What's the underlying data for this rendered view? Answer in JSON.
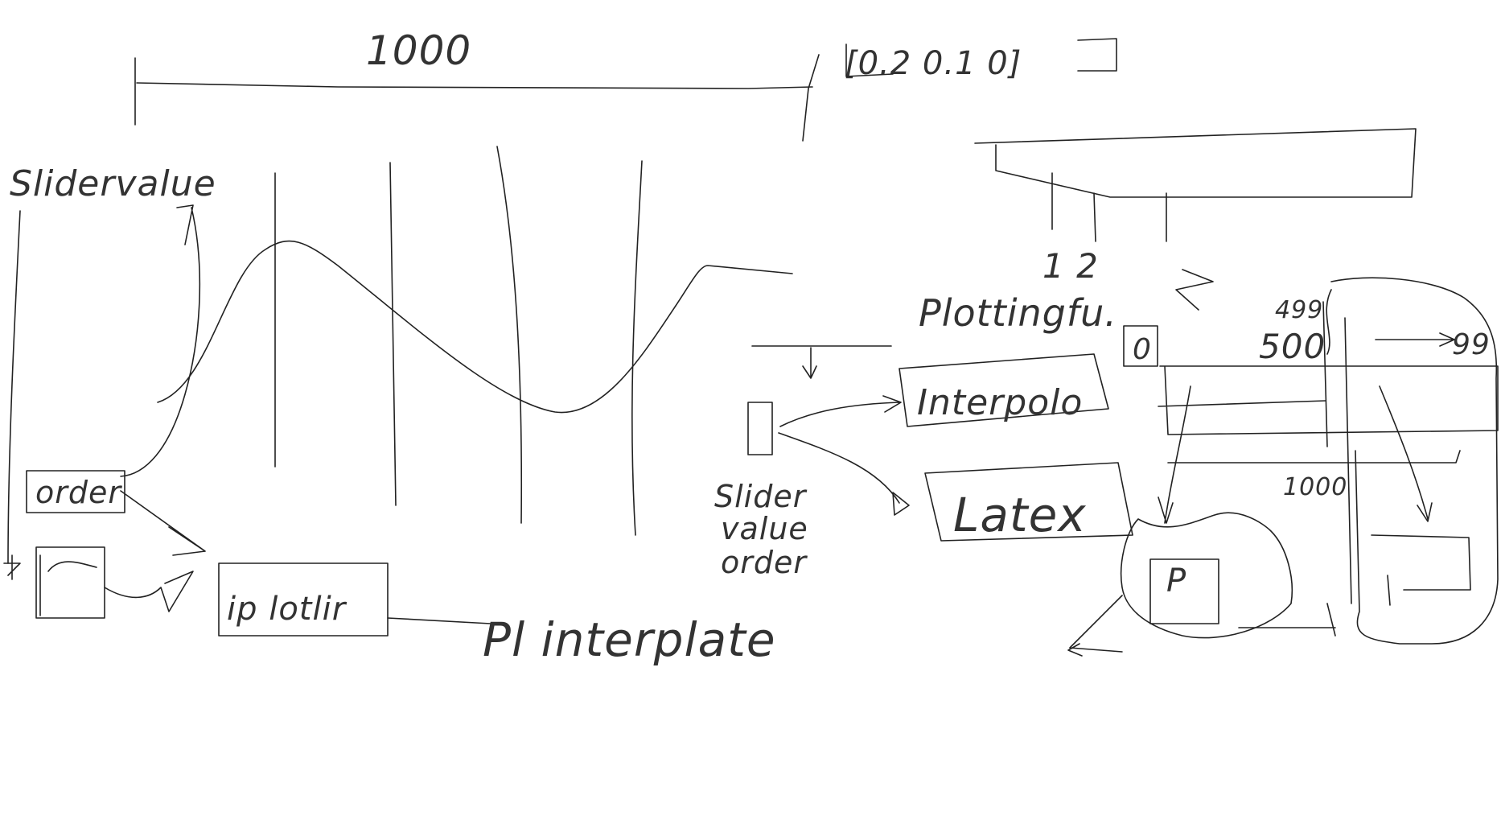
{
  "labels": {
    "top_value": "1000",
    "top_right_value": "[0.2 0.1 0]",
    "slider_value": "Slidervalue",
    "order_box": "order",
    "lower_box": "ip lotlir",
    "pl_interplate": "Pl interplate",
    "plotting_fn": "Plottingfu.",
    "interpolate_box": "Interpolo",
    "latex_box": "Latex",
    "slider_value_order": [
      "Slider",
      "value",
      "order"
    ],
    "tick_12": "1 2",
    "value_499": "499",
    "value_500": "500",
    "value_99": "99",
    "value_1000": "1000",
    "box_p": "P",
    "box_0": "0"
  }
}
